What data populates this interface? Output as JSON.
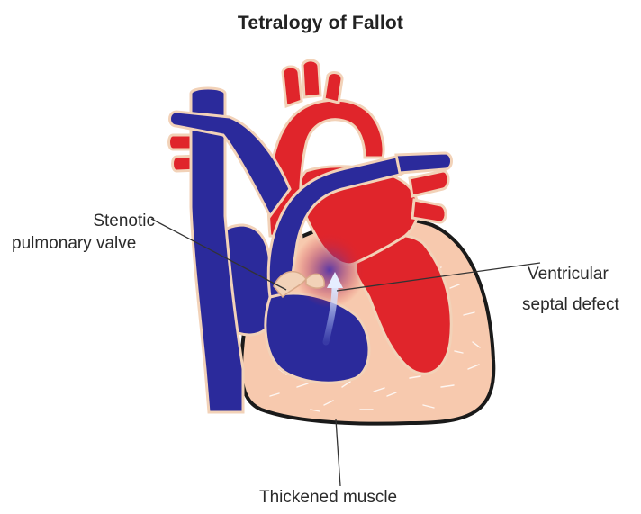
{
  "title": "Tetralogy of Fallot",
  "labels": {
    "stenotic_line1": "Stenotic",
    "stenotic_line2": "pulmonary valve",
    "vsd_line1": "Ventricular",
    "vsd_line2": "septal defect",
    "muscle": "Thickened muscle"
  },
  "colors": {
    "deoxygenated": "#2b2a9b",
    "oxygenated": "#e0252b",
    "muscle": "#f7c9ae",
    "outline": "#1a1a1a",
    "vessel_edge": "#f2d2b8"
  }
}
